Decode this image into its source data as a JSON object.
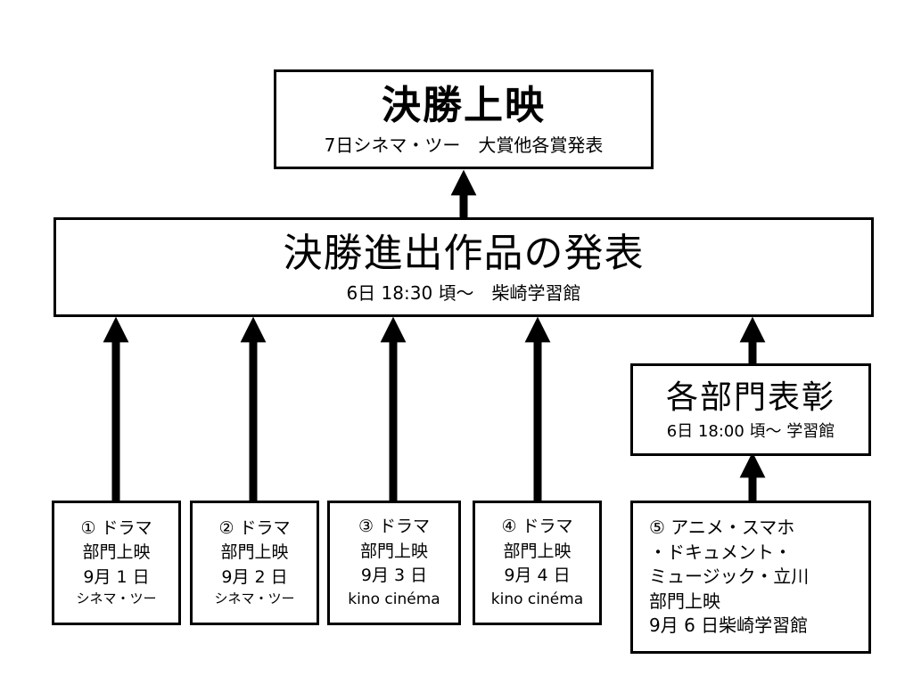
{
  "final": {
    "title": "決勝上映",
    "subtitle": "7日シネマ・ツー　大賞他各賞発表"
  },
  "announcement": {
    "title": "決勝進出作品の発表",
    "subtitle": "6日 18:30 頃～　柴崎学習館"
  },
  "award": {
    "title": "各部門表彰",
    "subtitle": "6日 18:00 頃～ 学習館"
  },
  "screenings": [
    {
      "lines": [
        "① ドラマ",
        "部門上映",
        "9月 1 日",
        "シネマ・ツー"
      ]
    },
    {
      "lines": [
        "② ドラマ",
        "部門上映",
        "9月 2 日",
        "シネマ・ツー"
      ]
    },
    {
      "lines": [
        "③ ドラマ",
        "部門上映",
        "9月 3 日",
        "kino cinéma"
      ]
    },
    {
      "lines": [
        "④ ドラマ",
        "部門上映",
        "9月 4 日",
        "kino cinéma"
      ]
    },
    {
      "lines": [
        "⑤ アニメ・スマホ",
        "・ドキュメント・",
        "ミュージック・立川",
        "部門上映",
        "9月 6 日柴崎学習館"
      ]
    }
  ]
}
